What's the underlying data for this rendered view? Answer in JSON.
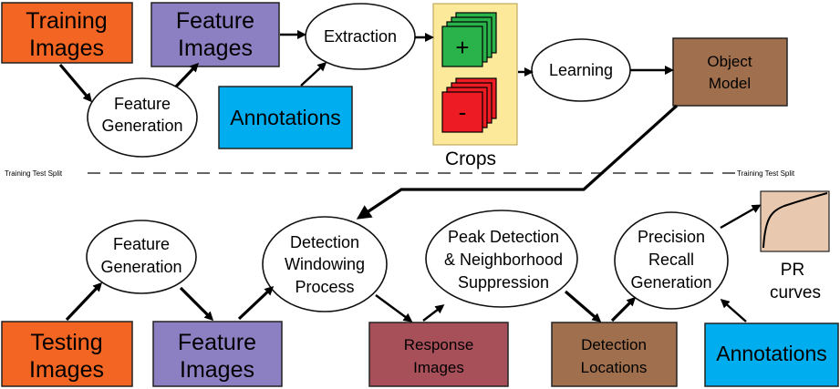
{
  "colors": {
    "orange": "#f26522",
    "purple": "#8c7fc2",
    "blue": "#00aeef",
    "brown": "#a0704e",
    "maroon": "#a8505a",
    "crops_bg": "#fde99a",
    "positive": "#2bb34b",
    "negative": "#ed1c24",
    "pr_bg": "#e8c9b0"
  },
  "nodes": {
    "training_images": [
      "Training",
      "Images"
    ],
    "feature_images_top": [
      "Feature",
      "Images"
    ],
    "feature_generation_top": [
      "Feature",
      "Generation"
    ],
    "extraction": [
      "Extraction"
    ],
    "annotations_top": [
      "Annotations"
    ],
    "crops_label": "Crops",
    "positive_sign": "+",
    "negative_sign": "-",
    "learning": [
      "Learning"
    ],
    "object_model": [
      "Object",
      "Model"
    ],
    "split_left": "Training Test Split",
    "split_right": "Training Test Split",
    "feature_generation_bottom": [
      "Feature",
      "Generation"
    ],
    "detection_windowing": [
      "Detection",
      "Windowing",
      "Process"
    ],
    "peak_detection": [
      "Peak Detection",
      "& Neighborhood",
      "Suppression"
    ],
    "precision_recall": [
      "Precision",
      "Recall",
      "Generation"
    ],
    "pr_curves": [
      "PR",
      "curves"
    ],
    "testing_images": [
      "Testing",
      "Images"
    ],
    "feature_images_bottom": [
      "Feature",
      "Images"
    ],
    "response_images": [
      "Response",
      "Images"
    ],
    "detection_locations": [
      "Detection",
      "Locations"
    ],
    "annotations_bottom": [
      "Annotations"
    ]
  }
}
